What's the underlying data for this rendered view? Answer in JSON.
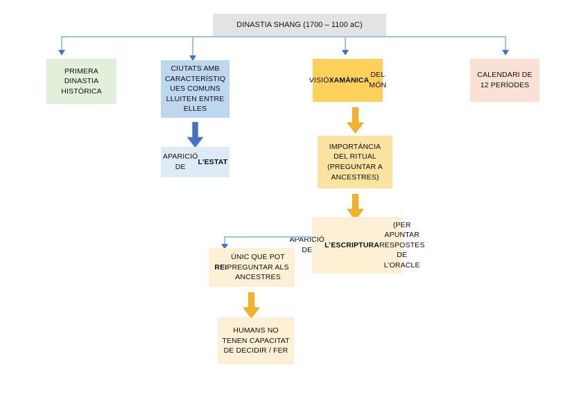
{
  "diagram": {
    "title_node": {
      "label": "DINASTIA SHANG (1700 – 1100 aC)",
      "color": "#e3e3e3"
    },
    "branches": [
      {
        "label": "PRIMERA\nDINASTIA\nHISTÒRICA",
        "color": "#e2efda"
      },
      {
        "label": "CIUTATS AMB\nCARACTERÍSTIQ\nUES COMUNS\nLLUITEN ENTRE\nELLES",
        "color": "#bdd7ee"
      },
      {
        "label_plain_1": "VISIÓ",
        "label_bold": "XAMÀNICA",
        "label_plain_2": " DEL\nMÓN",
        "color": "#fcd159"
      },
      {
        "label": "CALENDARI DE\n12 PERÍODES",
        "color": "#fbe0d5"
      }
    ],
    "estat_node": {
      "label_plain": "APARICIÓ DE\n",
      "label_bold": "L’ESTAT",
      "color": "#deebf7"
    },
    "ritual_node": {
      "label": "IMPORTÀNCIA\nDEL RITUAL\n(PREGUNTAR A\nANCESTRES)",
      "color": "#fae3a0"
    },
    "escriptura_node": {
      "label_plain_1": "APARICIÓ DE\n",
      "label_bold": "L’ESCRIPTURA",
      "label_plain_2": " (PER\nAPUNTAR RESPOSTES\nDE L’ORACLE",
      "color": "#fdf0d5"
    },
    "rei_node": {
      "label_bold": "REI",
      "label_plain": " ÚNIC QUE POT\nPREGUNTAR ALS\nANCESTRES",
      "color": "#fdf0d5"
    },
    "humans_node": {
      "label": "HUMANS NO\nTENEN CAPACITAT\nDE DECIDIR / FER",
      "color": "#fdf0d5"
    },
    "connector_colors": {
      "bus_line": "#9dc3e6",
      "small_arrowhead": "#4472c4",
      "blue_block_arrow": "#4472c4",
      "gold_block_arrow": "#f5b324"
    }
  }
}
